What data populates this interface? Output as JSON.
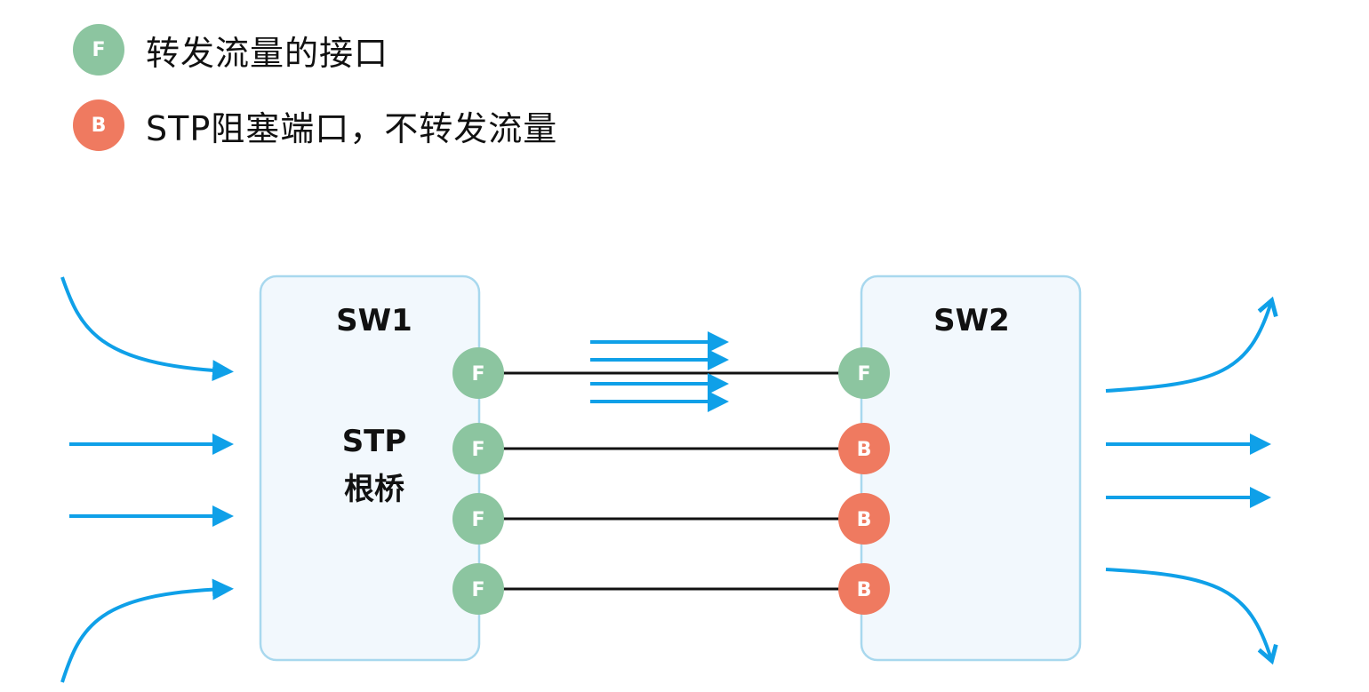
{
  "legend": [
    {
      "badge": "F",
      "text": "转发流量的接口",
      "color": "#8cc5a0"
    },
    {
      "badge": "B",
      "text": "STP阻塞端口，不转发流量",
      "color": "#ef7a60"
    }
  ],
  "switches": {
    "sw1": {
      "name": "SW1",
      "role_line1": "STP",
      "role_line2": "根桥"
    },
    "sw2": {
      "name": "SW2"
    }
  },
  "links": [
    {
      "sw1_port": "F",
      "sw2_port": "F"
    },
    {
      "sw1_port": "F",
      "sw2_port": "B"
    },
    {
      "sw1_port": "F",
      "sw2_port": "B"
    },
    {
      "sw1_port": "F",
      "sw2_port": "B"
    }
  ],
  "colors": {
    "forward": "#8cc5a0",
    "blocked": "#ef7a60",
    "traffic_arrow": "#0fa0e8",
    "switch_border": "#a8d8ee",
    "switch_fill": "#f2f8fd",
    "link": "#111111"
  }
}
